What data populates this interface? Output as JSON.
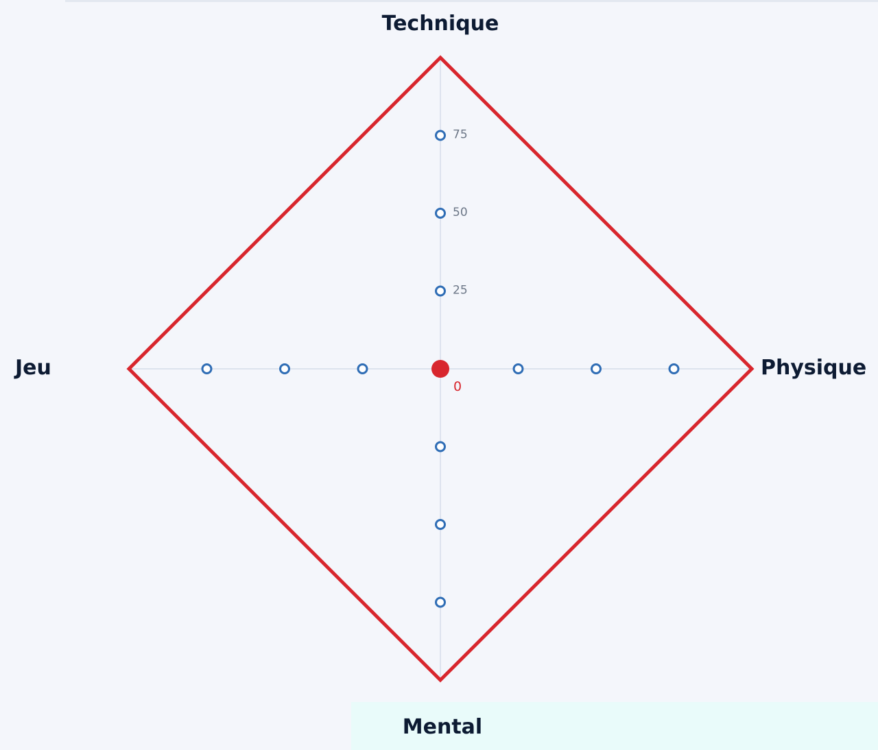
{
  "chart_data": {
    "type": "radar",
    "title": "",
    "axes": [
      "Technique",
      "Physique",
      "Mental",
      "Jeu"
    ],
    "rmax": 100,
    "tick_values": [
      25,
      50,
      75
    ],
    "tick_labels": [
      "25",
      "50",
      "75"
    ],
    "grid": true,
    "series": [
      {
        "values": [
          100,
          100,
          100,
          100
        ],
        "color": "#d8262d"
      },
      {
        "values": [
          0,
          0,
          0,
          0
        ],
        "color": "#d8262d",
        "point_label": "0"
      }
    ],
    "grid_markers": {
      "values": [
        25,
        50,
        75
      ],
      "color": "#2f6db5"
    },
    "legend": "none"
  }
}
